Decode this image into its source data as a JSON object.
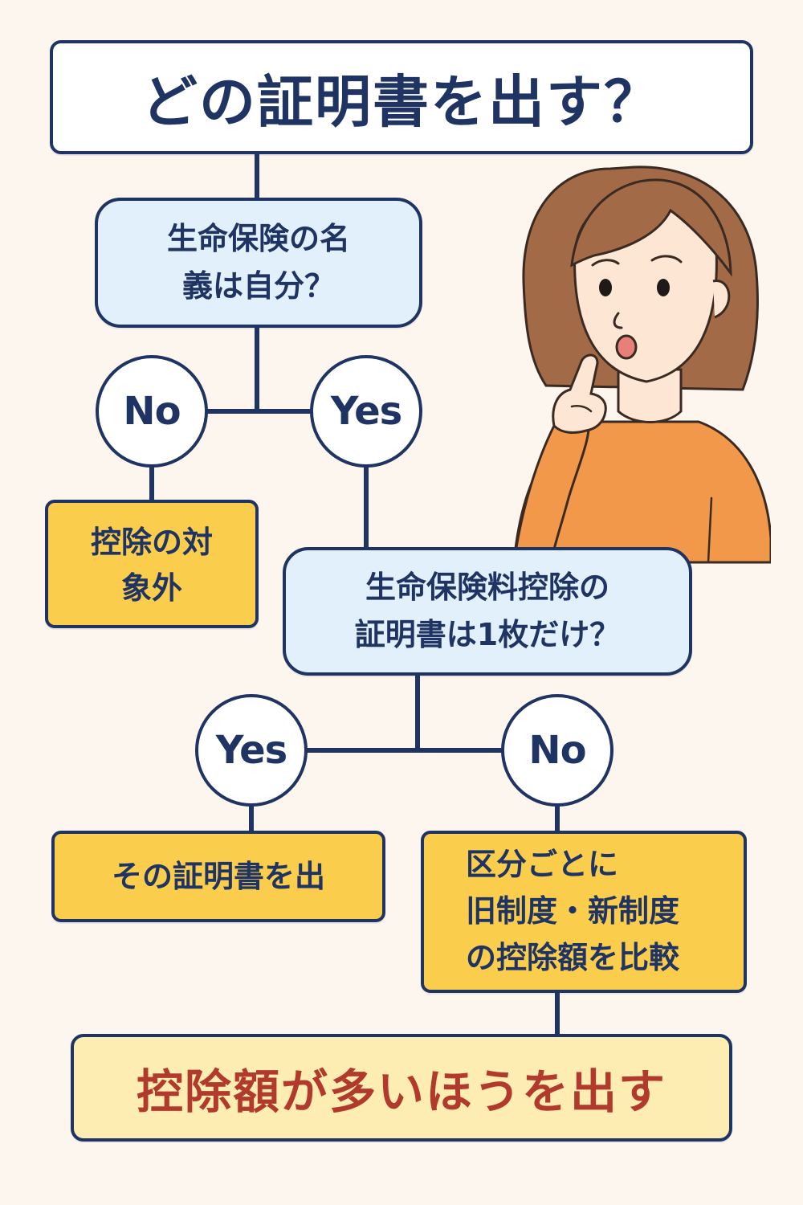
{
  "title": "どの証明書を出す？",
  "question1": {
    "line1": "生命保険の名",
    "line2": "義は自分？"
  },
  "branch1": {
    "no_label": "No",
    "yes_label": "Yes"
  },
  "result_not_eligible": {
    "line1": "控除の対",
    "line2": "象外"
  },
  "question2": {
    "line1": "生命保険料控除の",
    "line2": "証明書は1枚だけ？"
  },
  "branch2": {
    "yes_label": "Yes",
    "no_label": "No"
  },
  "result_single": {
    "text": "その証明書を出"
  },
  "result_compare": {
    "line1": "区分ごとに",
    "line2": "旧制度・新制度",
    "line3": "の控除額を比較"
  },
  "conclusion": {
    "text": "控除額が多いほうを出す"
  },
  "colors": {
    "navy": "#1f3462",
    "background": "#fdf6ef",
    "question_fill": "#e1f0fa",
    "answer_fill": "#fbcd4d",
    "conclusion_fill": "#fdedb3",
    "conclusion_text": "#b23a2d",
    "sweater": "#f2984a",
    "hair": "#a36a47"
  }
}
